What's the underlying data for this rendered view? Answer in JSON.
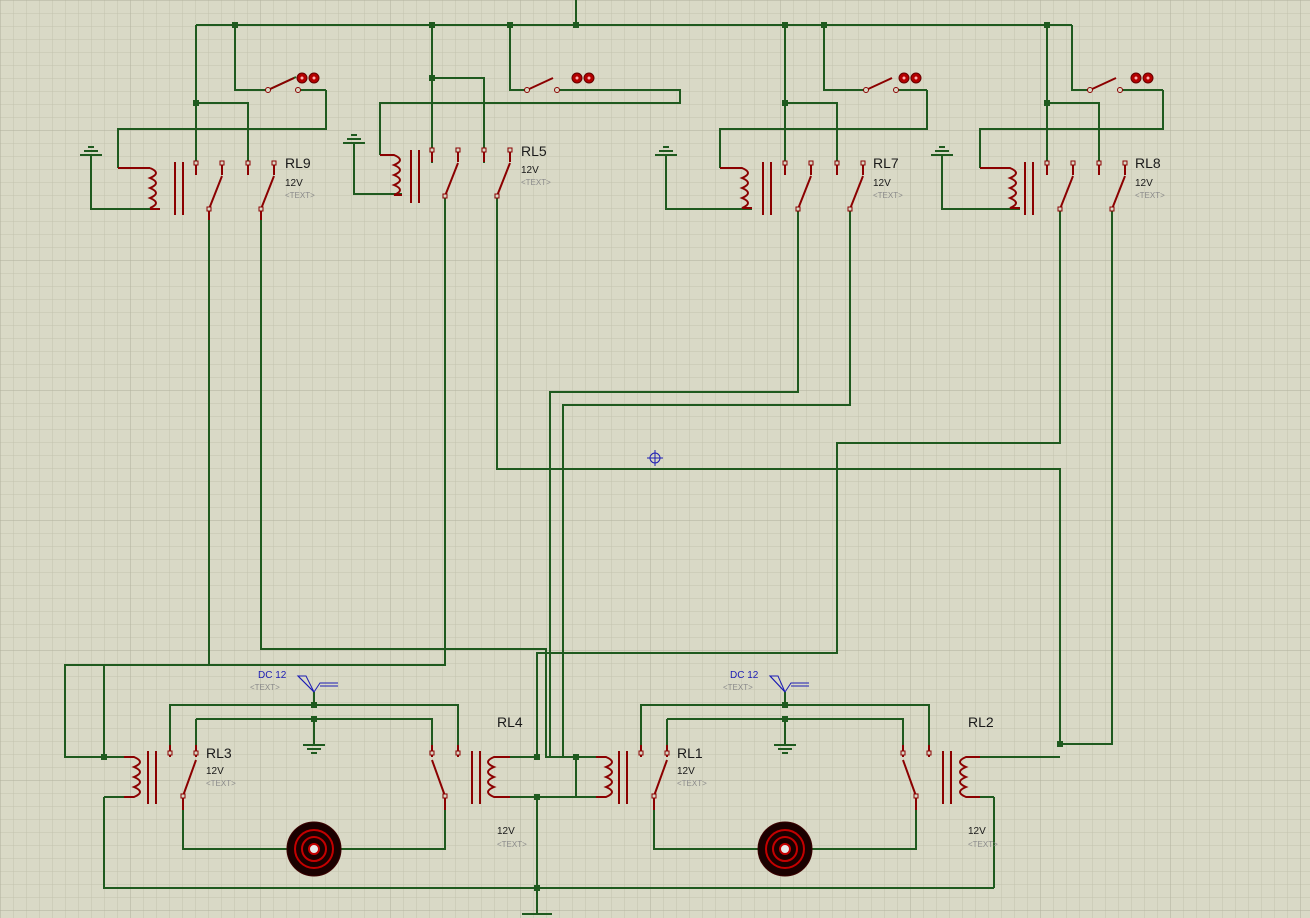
{
  "schematic": {
    "relays": [
      {
        "id": "rl9",
        "name": "RL9",
        "rating": "12V",
        "text": "<TEXT>"
      },
      {
        "id": "rl5",
        "name": "RL5",
        "rating": "12V",
        "text": "<TEXT>"
      },
      {
        "id": "rl7",
        "name": "RL7",
        "rating": "12V",
        "text": "<TEXT>"
      },
      {
        "id": "rl8",
        "name": "RL8",
        "rating": "12V",
        "text": "<TEXT>"
      },
      {
        "id": "rl3",
        "name": "RL3",
        "rating": "12V",
        "text": "<TEXT>"
      },
      {
        "id": "rl4",
        "name": "RL4",
        "rating": "12V",
        "text": "<TEXT>"
      },
      {
        "id": "rl1",
        "name": "RL1",
        "rating": "12V",
        "text": "<TEXT>"
      },
      {
        "id": "rl2",
        "name": "RL2",
        "rating": "12V",
        "text": "<TEXT>"
      }
    ],
    "sources": [
      {
        "id": "src-left",
        "label": "DC 12",
        "text": "<TEXT>"
      },
      {
        "id": "src-right",
        "label": "DC 12",
        "text": "<TEXT>"
      }
    ],
    "switch_count": 4,
    "motor_count": 2,
    "colors": {
      "background": "#d9d9c6",
      "grid_minor": "#c2c2ae",
      "grid_major": "#b0b09c",
      "wire": "#1f5a1f",
      "component": "#8b0000",
      "source_label": "#1c1cb4",
      "placeholder": "#8a8a8a"
    }
  }
}
